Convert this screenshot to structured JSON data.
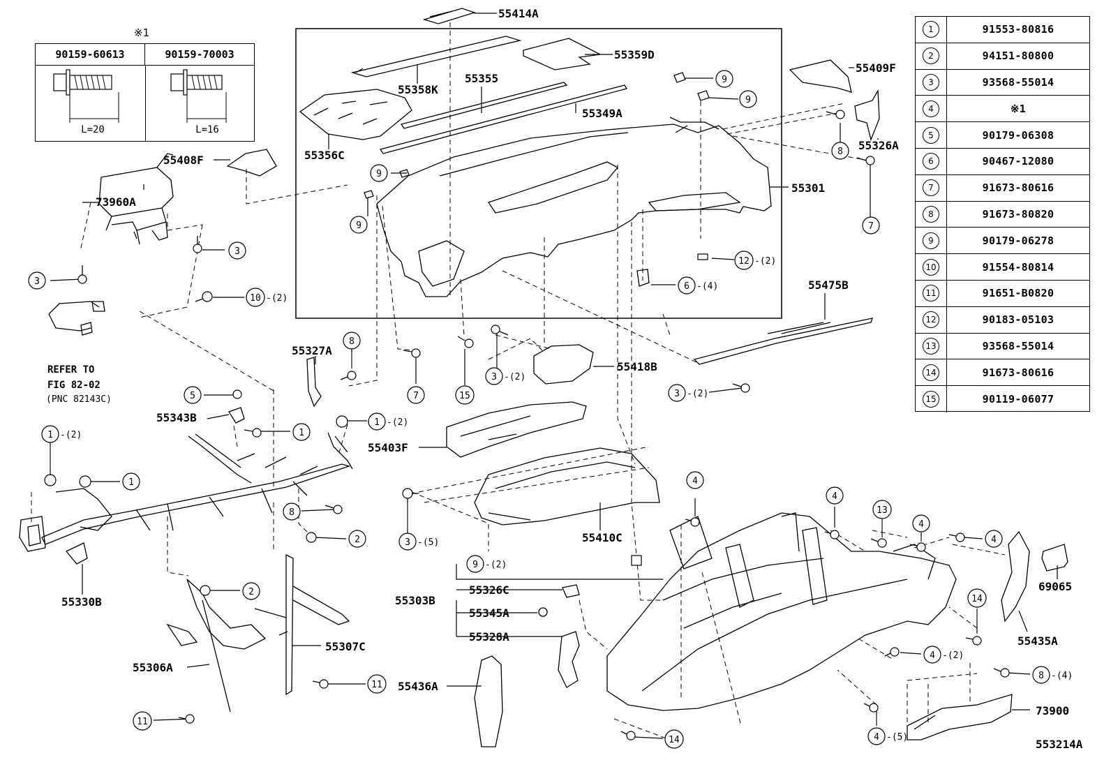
{
  "spec_box": {
    "note": "※1",
    "bolts": [
      {
        "part_no": "90159-60613",
        "length": "L=20"
      },
      {
        "part_no": "90159-70003",
        "length": "L=16"
      }
    ]
  },
  "legend": [
    {
      "num": "1",
      "code": "91553-80816"
    },
    {
      "num": "2",
      "code": "94151-80800"
    },
    {
      "num": "3",
      "code": "93568-55014"
    },
    {
      "num": "4",
      "code": "※1"
    },
    {
      "num": "5",
      "code": "90179-06308"
    },
    {
      "num": "6",
      "code": "90467-12080"
    },
    {
      "num": "7",
      "code": "91673-80616"
    },
    {
      "num": "8",
      "code": "91673-80820"
    },
    {
      "num": "9",
      "code": "90179-06278"
    },
    {
      "num": "10",
      "code": "91554-80814"
    },
    {
      "num": "11",
      "code": "91651-B0820"
    },
    {
      "num": "12",
      "code": "90183-05103"
    },
    {
      "num": "13",
      "code": "93568-55014"
    },
    {
      "num": "14",
      "code": "91673-80616"
    },
    {
      "num": "15",
      "code": "90119-06077"
    }
  ],
  "part_labels": {
    "p55414A": "55414A",
    "p55359D": "55359D",
    "p55358K": "55358K",
    "p55355": "55355",
    "p55349A": "55349A",
    "p55356C": "55356C",
    "p55409F": "55409F",
    "p55326A": "55326A",
    "p55301": "55301",
    "p55408F": "55408F",
    "p73960A": "73960A",
    "p55475B": "55475B",
    "p55327A": "55327A",
    "p55418B": "55418B",
    "p55343B": "55343B",
    "p55403F": "55403F",
    "p55410C": "55410C",
    "p55330B": "55330B",
    "p55303B": "55303B",
    "p55326C": "55326C",
    "p55345A": "55345A",
    "p55328A": "55328A",
    "p55306A": "55306A",
    "p55307C": "55307C",
    "p55436A": "55436A",
    "p69065": "69065",
    "p55435A": "55435A",
    "p73900": "73900"
  },
  "refer": {
    "line1": "REFER TO",
    "line2": "FIG 82-02",
    "line3": "(PNC 82143C)"
  },
  "callouts": {
    "c9a": {
      "n": "9",
      "q": ""
    },
    "c9b": {
      "n": "9",
      "q": ""
    },
    "c9c": {
      "n": "9",
      "q": ""
    },
    "c9d": {
      "n": "9",
      "q": ""
    },
    "c8a": {
      "n": "8",
      "q": ""
    },
    "c7a": {
      "n": "7",
      "q": ""
    },
    "c3a": {
      "n": "3",
      "q": ""
    },
    "c3b": {
      "n": "3",
      "q": ""
    },
    "c10": {
      "n": "10",
      "q": "-(2)"
    },
    "c12": {
      "n": "12",
      "q": "-(2)"
    },
    "c6": {
      "n": "6",
      "q": "-(4)"
    },
    "c8b": {
      "n": "8",
      "q": ""
    },
    "c7b": {
      "n": "7",
      "q": ""
    },
    "c15": {
      "n": "15",
      "q": ""
    },
    "c3c": {
      "n": "3",
      "q": "-(2)"
    },
    "c3d": {
      "n": "3",
      "q": "-(2)"
    },
    "c5": {
      "n": "5",
      "q": ""
    },
    "c1a": {
      "n": "1",
      "q": ""
    },
    "c1b": {
      "n": "1",
      "q": "-(2)"
    },
    "c1c": {
      "n": "1",
      "q": "-(2)"
    },
    "c1d": {
      "n": "1",
      "q": ""
    },
    "c8c": {
      "n": "8",
      "q": ""
    },
    "c2a": {
      "n": "2",
      "q": ""
    },
    "c2b": {
      "n": "2",
      "q": ""
    },
    "c3e": {
      "n": "3",
      "q": "-(5)"
    },
    "c9e": {
      "n": "9",
      "q": "-(2)"
    },
    "c4a": {
      "n": "4",
      "q": ""
    },
    "c4b": {
      "n": "4",
      "q": ""
    },
    "c13": {
      "n": "13",
      "q": ""
    },
    "c4c": {
      "n": "4",
      "q": ""
    },
    "c4d": {
      "n": "4",
      "q": ""
    },
    "c14a": {
      "n": "14",
      "q": ""
    },
    "c4e": {
      "n": "4",
      "q": "-(2)"
    },
    "c8d": {
      "n": "8",
      "q": "-(4)"
    },
    "c11a": {
      "n": "11",
      "q": ""
    },
    "c11b": {
      "n": "11",
      "q": ""
    },
    "c4f": {
      "n": "4",
      "q": "-(5)"
    },
    "c14b": {
      "n": "14",
      "q": ""
    }
  },
  "figure_no": "553214A"
}
